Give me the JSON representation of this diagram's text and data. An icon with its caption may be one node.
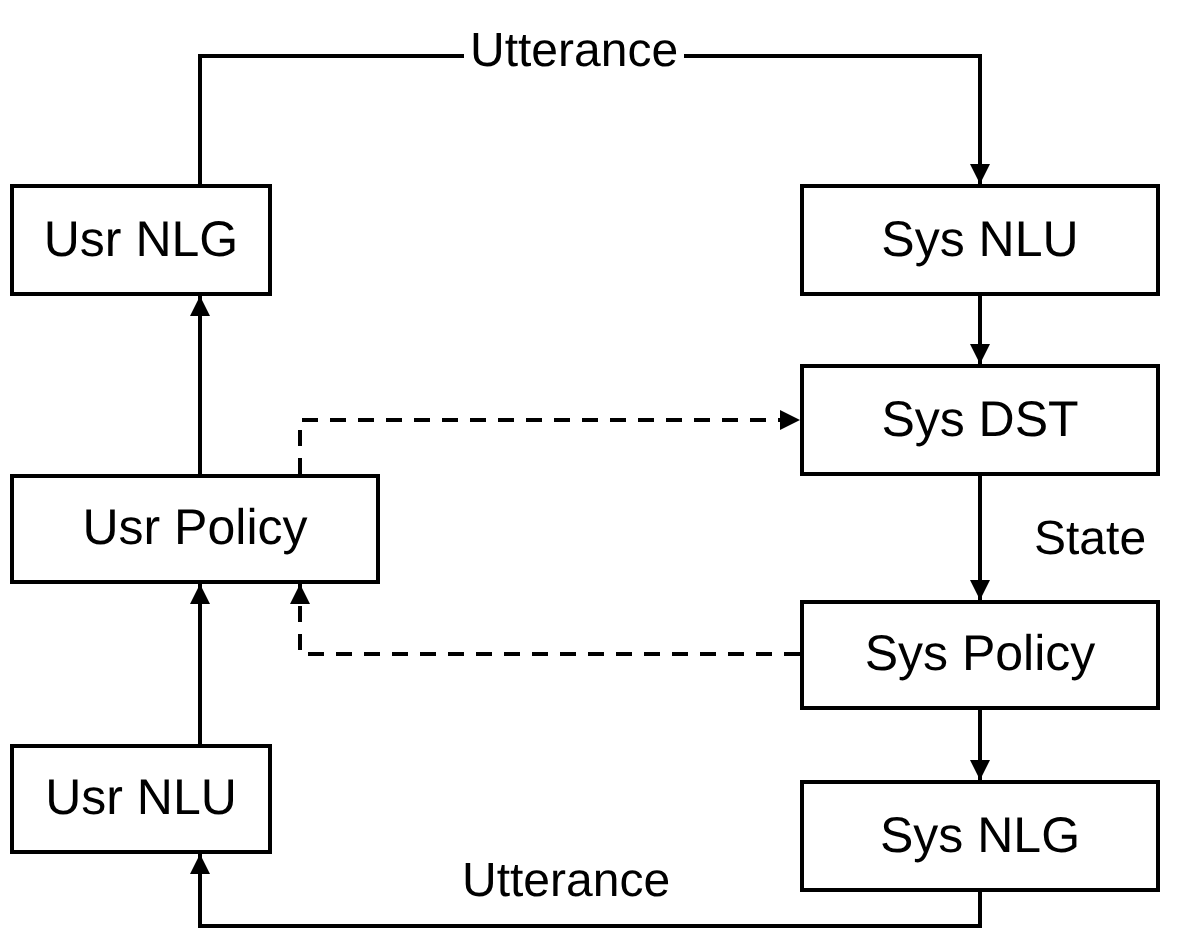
{
  "diagram": {
    "nodes": [
      {
        "text": [
          "Usr NLG"
        ]
      },
      {
        "text": [
          "Sys NLU"
        ]
      },
      {
        "text": [
          "Sys DST"
        ]
      },
      {
        "text": [
          "Usr Policy"
        ]
      },
      {
        "text": [
          "Sys Policy"
        ]
      },
      {
        "text": [
          "Usr NLU"
        ]
      },
      {
        "text": [
          "Sys NLG"
        ]
      }
    ],
    "edges": [
      {
        "from": 0,
        "to": 1,
        "arrow": "to",
        "label": "Utterance"
      },
      {
        "from": 1,
        "to": 2,
        "arrow": "to"
      },
      {
        "from": 2,
        "to": 4,
        "arrow": "to",
        "label": "State"
      },
      {
        "from": 4,
        "to": 6,
        "arrow": "to"
      },
      {
        "from": 6,
        "to": 5,
        "arrow": "to",
        "label": "Utterance"
      },
      {
        "from": 5,
        "to": 3,
        "arrow": "to"
      },
      {
        "from": 3,
        "to": 0,
        "arrow": "to"
      },
      {
        "from": 3,
        "to": 2,
        "arrow": "to",
        "style": "dashed"
      },
      {
        "from": 4,
        "to": 3,
        "arrow": "to",
        "style": "dashed"
      }
    ]
  }
}
